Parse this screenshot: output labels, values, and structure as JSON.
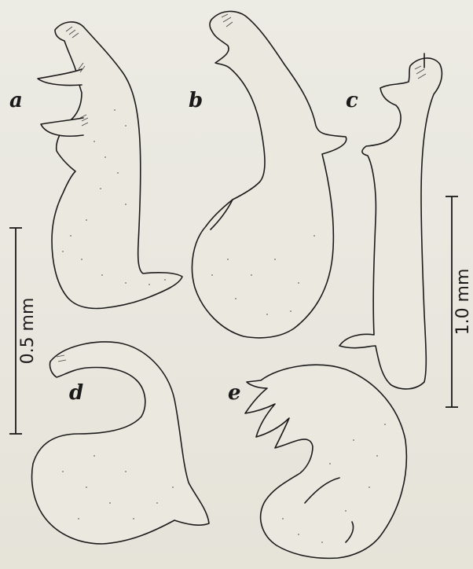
{
  "panel_labels": [
    "a",
    "b",
    "c",
    "d",
    "e"
  ],
  "scale_bars": [
    {
      "label": "0.5 mm"
    },
    {
      "label": "1.0 mm"
    }
  ]
}
